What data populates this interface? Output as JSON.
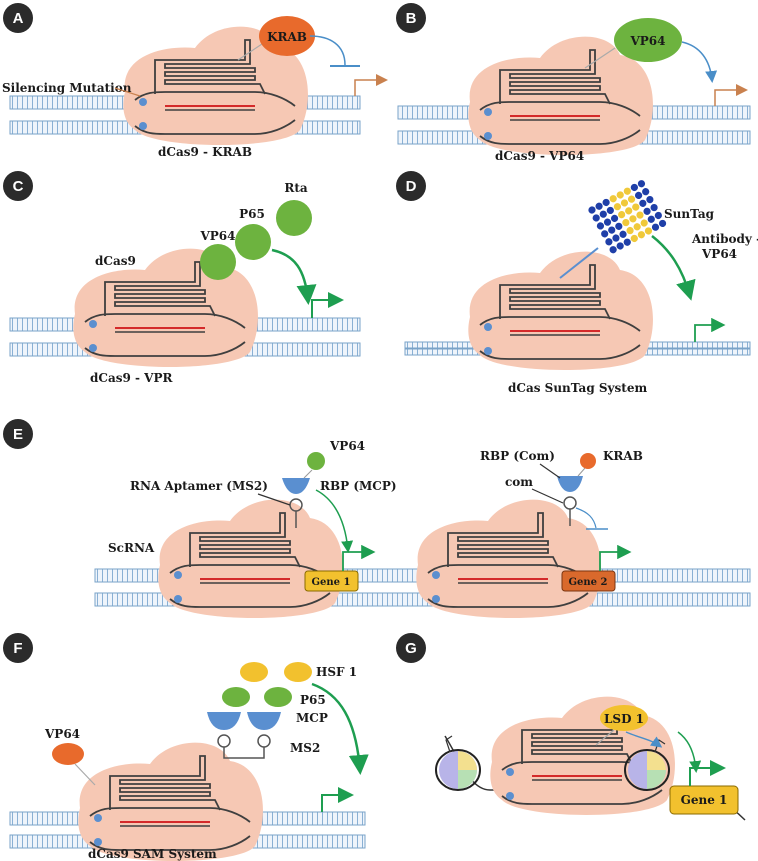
{
  "panels": {
    "A": {
      "badge": "A",
      "domain_label": "KRAB",
      "side_label": "Silencing Mutation",
      "caption": "dCas9 - KRAB"
    },
    "B": {
      "badge": "B",
      "domain_label": "VP64",
      "caption": "dCas9 - VP64"
    },
    "C": {
      "badge": "C",
      "labels": [
        "Rta",
        "P65",
        "VP64",
        "dCas9"
      ],
      "caption": "dCas9 - VPR"
    },
    "D": {
      "badge": "D",
      "labels": [
        "SunTag",
        "Antibody -",
        "VP64"
      ],
      "caption": "dCas SunTag System"
    },
    "E": {
      "badge": "E",
      "labels": [
        "VP64",
        "RNA Aptamer (MS2)",
        "RBP (MCP)",
        "ScRNA",
        "RBP (Com)",
        "KRAB",
        "com"
      ],
      "genes": [
        "Gene 1",
        "Gene 2"
      ]
    },
    "F": {
      "badge": "F",
      "labels": [
        "HSF 1",
        "P65",
        "MCP",
        "MS2",
        "VP64"
      ],
      "caption": "dCas9 SAM System"
    },
    "G": {
      "badge": "G",
      "labels": [
        "LSD 1"
      ],
      "genes": [
        "Gene 1"
      ]
    }
  },
  "colors": {
    "krab": "#e86a2c",
    "vp64_green": "#6db33f",
    "cas9": "#f6c8b4",
    "mcp": "#5a8fd0",
    "suntag_blue": "#1f3fa8",
    "suntag_yellow": "#f0c93a",
    "gene1": "#f2c12e",
    "gene2": "#d9692c",
    "arrow_green": "#1e9e50",
    "arrow_orange": "#c9814e",
    "arrow_blue": "#4a8ec8",
    "badge": "#2b2b2b"
  }
}
